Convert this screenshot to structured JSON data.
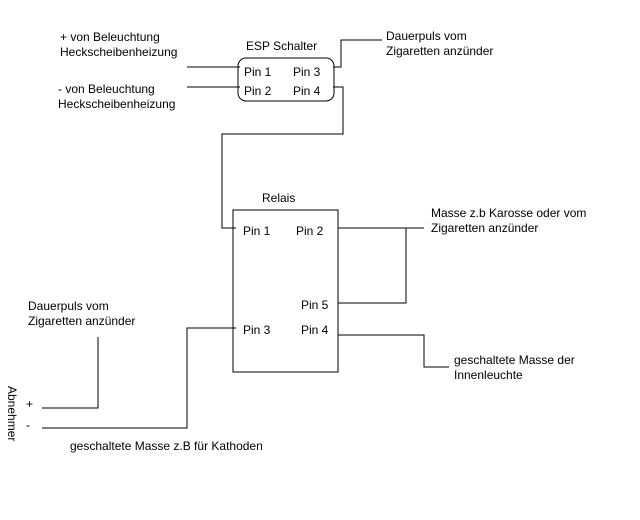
{
  "esp_switch": {
    "title": "ESP Schalter",
    "pin1": "Pin 1",
    "pin2": "Pin 2",
    "pin3": "Pin 3",
    "pin4": "Pin 4"
  },
  "relay": {
    "title": "Relais",
    "pin1": "Pin 1",
    "pin2": "Pin 2",
    "pin3": "Pin 3",
    "pin4": "Pin 4",
    "pin5": "Pin 5"
  },
  "labels": {
    "plus_lighting_line1": "+ von Beleuchtung",
    "plus_lighting_line2": "Heckscheibenheizung",
    "minus_lighting_line1": "-  von Beleuchtung",
    "minus_lighting_line2": "Heckscheibenheizung",
    "permanent_top_line1": "Dauerpuls vom",
    "permanent_top_line2": "Zigaretten anzünder",
    "ground_line1": "Masse z.b Karosse oder vom",
    "ground_line2": "Zigaretten anzünder",
    "permanent_left_line1": "Dauerpuls vom",
    "permanent_left_line2": "Zigaretten anzünder",
    "switched_interior_line1": "geschaltete Masse der",
    "switched_interior_line2": "Innenleuchte",
    "consumer": "Abnehmer",
    "consumer_plus": "+",
    "consumer_minus": "-",
    "switched_cathode": "geschaltete Masse z.B für Kathoden"
  }
}
